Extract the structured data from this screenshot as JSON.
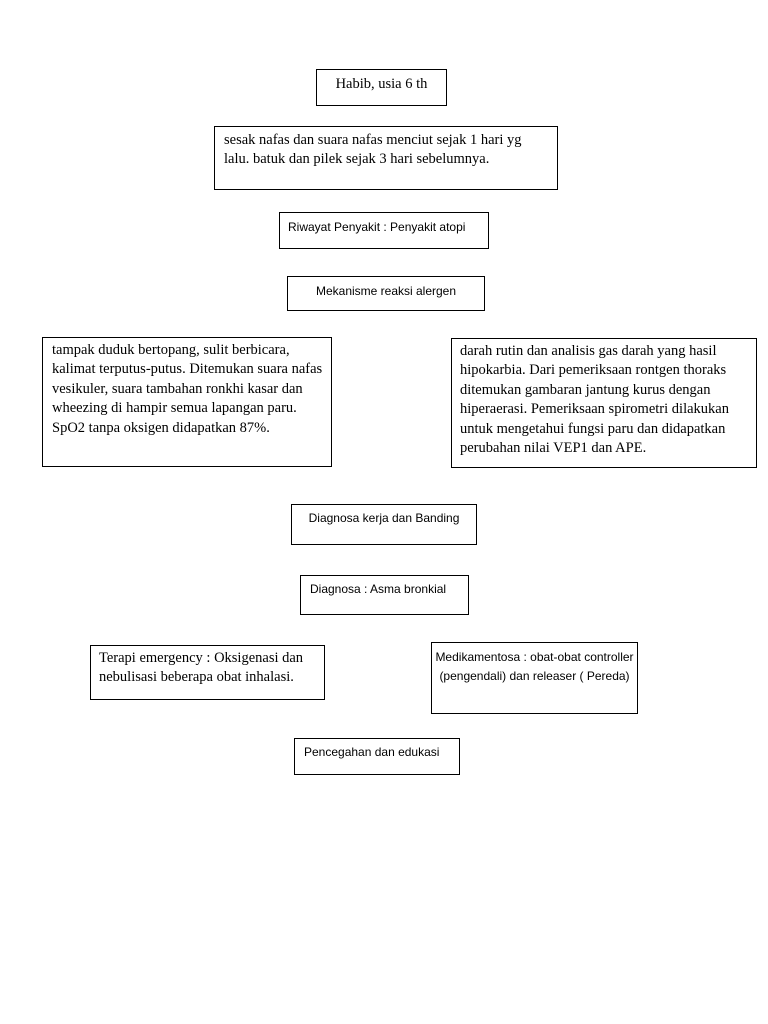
{
  "diagram": {
    "patient": "Habib, usia 6 th",
    "chief_complaint": "sesak nafas dan suara nafas menciut sejak 1 hari yg lalu. batuk dan pilek sejak 3 hari sebelumnya.",
    "history": "Riwayat Penyakit : Penyakit atopi",
    "mechanism": "Mekanisme reaksi alergen",
    "physical_exam": "tampak duduk bertopang, sulit berbicara, kalimat terputus-putus. Ditemukan suara nafas vesikuler, suara tambahan ronkhi kasar dan wheezing di hampir semua lapangan paru. SpO2 tanpa oksigen didapatkan 87%.",
    "supporting_exam": "darah rutin dan analisis gas darah yang hasil hipokarbia. Dari pemeriksaan rontgen thoraks ditemukan gambaran jantung kurus dengan hiperaerasi. Pemeriksaan spirometri  dilakukan untuk mengetahui fungsi paru dan didapatkan perubahan nilai VEP1 dan APE.",
    "diagnosis_heading": "Diagnosa kerja dan Banding",
    "diagnosis": "Diagnosa : Asma bronkial",
    "emergency_therapy": "Terapi emergency : Oksigenasi dan nebulisasi beberapa obat inhalasi.",
    "medication": "Medikamentosa : obat-obat controller (pengendali) dan releaser ( Pereda)",
    "prevention": "Pencegahan dan edukasi"
  }
}
